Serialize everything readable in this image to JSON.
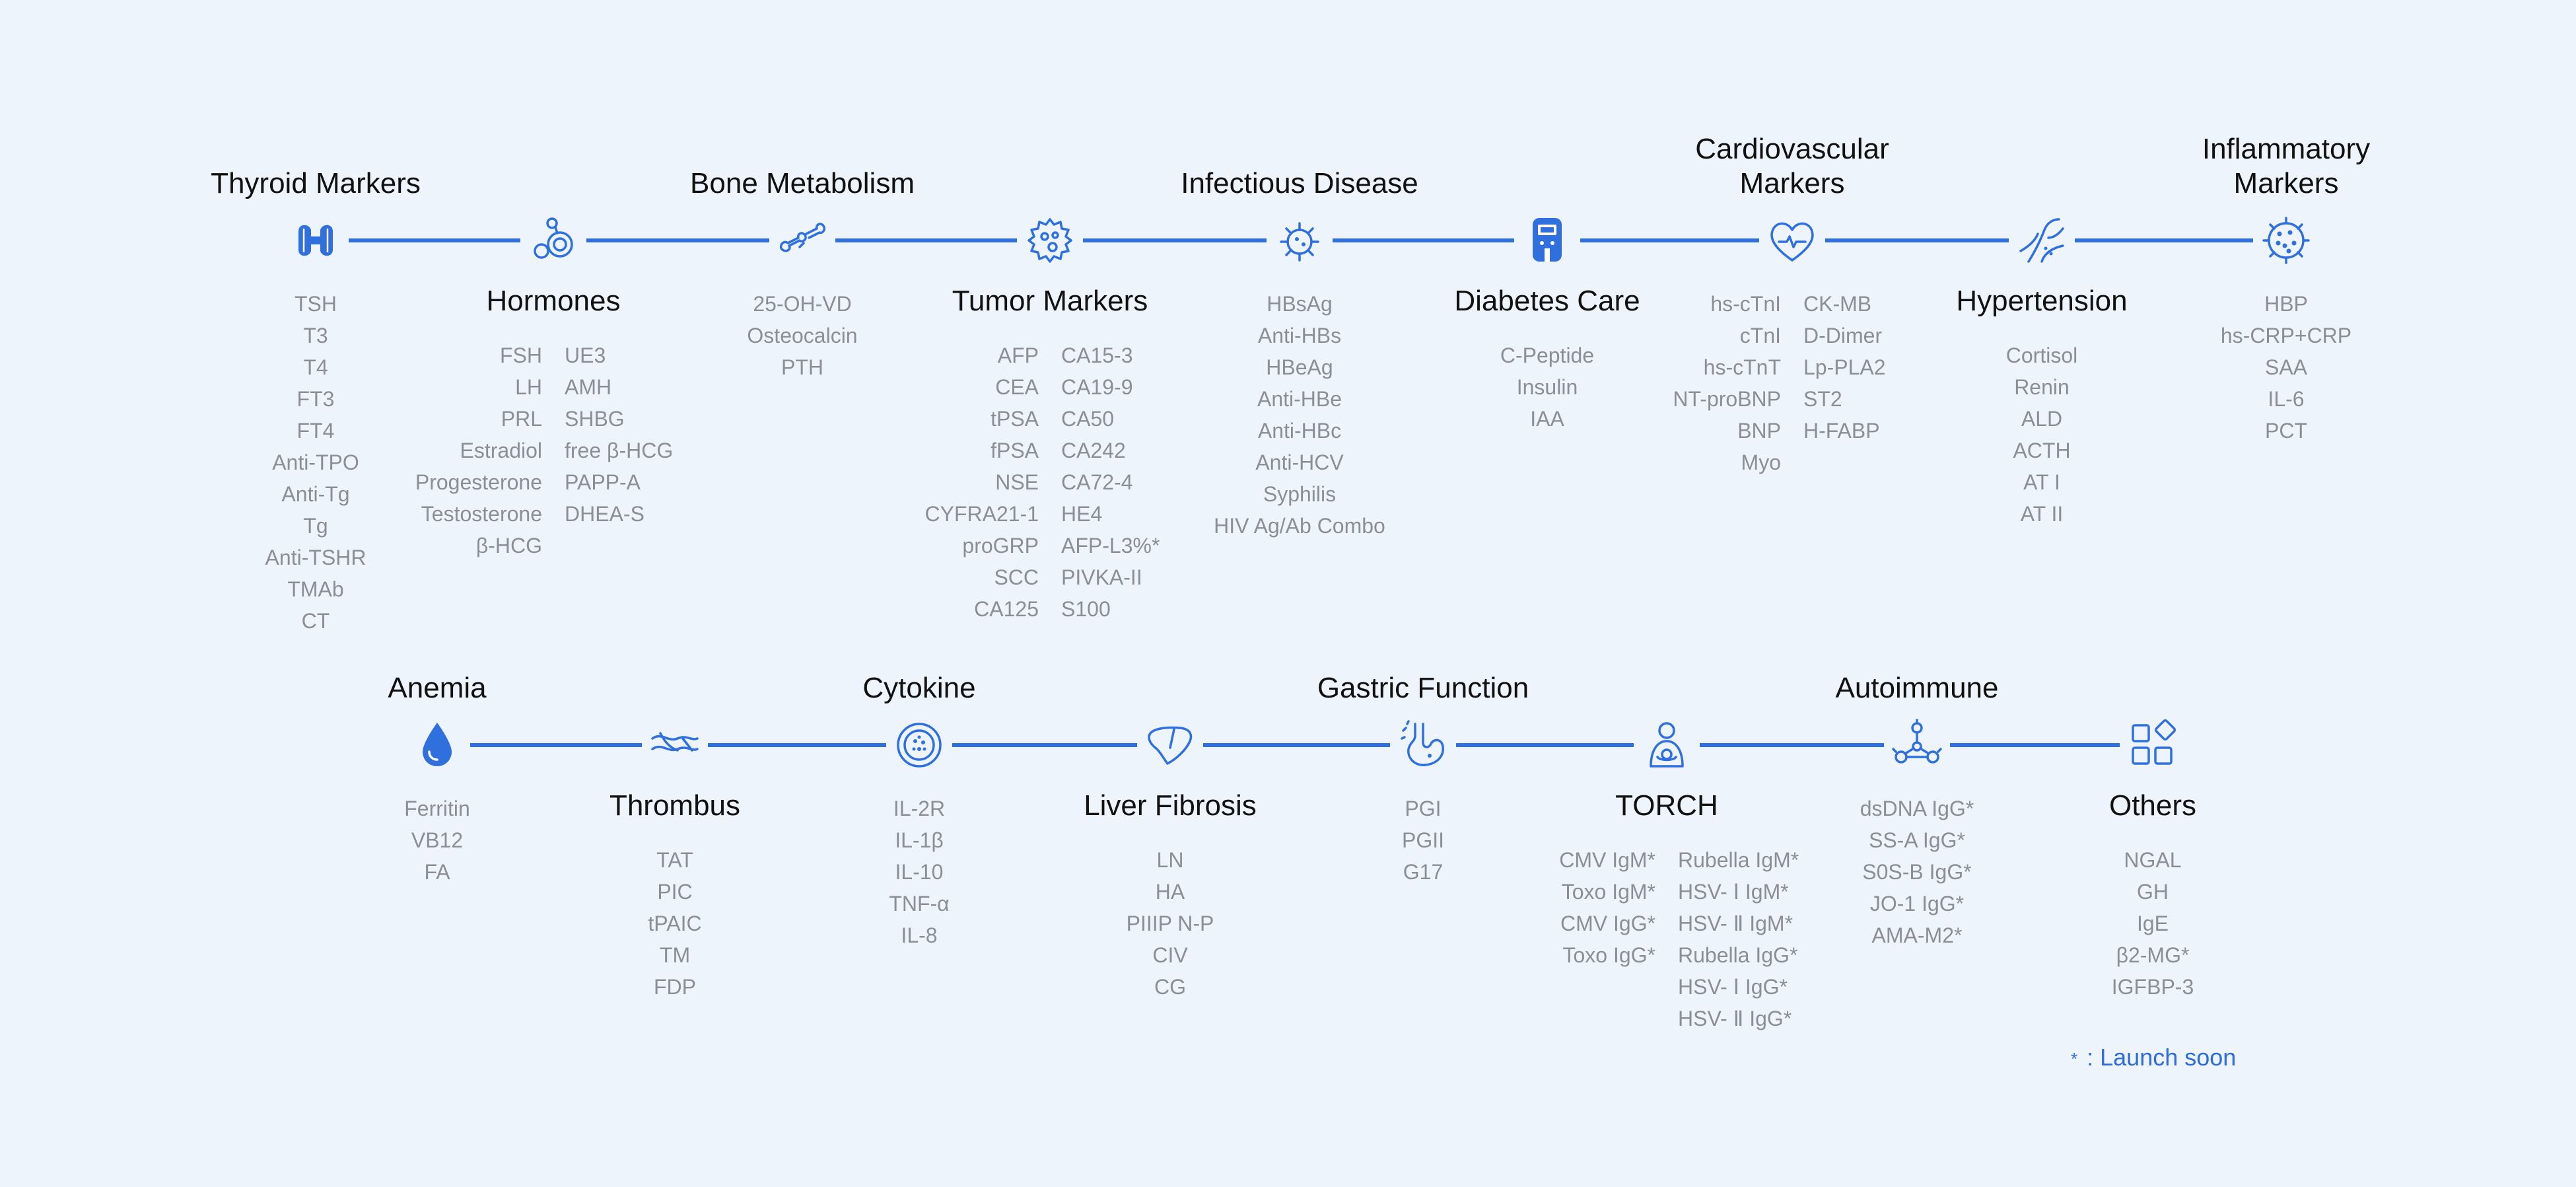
{
  "colors": {
    "background": "#edf4fc",
    "accent": "#2f6fde",
    "title": "#111111",
    "item": "#8a8f97"
  },
  "rows": [
    {
      "categories": [
        {
          "id": "thyroid",
          "title": [
            "Thyroid Markers"
          ],
          "icon": "thyroid-icon",
          "columns": [
            [
              "TSH",
              "T3",
              "T4",
              "FT3",
              "FT4",
              "Anti-TPO",
              "Anti-Tg",
              "Tg",
              "Anti-TSHR",
              "TMAb",
              "CT"
            ]
          ]
        },
        {
          "id": "hormones",
          "title": [
            "Hormones"
          ],
          "icon": "hormone-molecule-icon",
          "columns": [
            [
              "FSH",
              "LH",
              "PRL",
              "Estradiol",
              "Progesterone",
              "Testosterone",
              "β-HCG"
            ],
            [
              "UE3",
              "AMH",
              "SHBG",
              " free β-HCG",
              "PAPP-A",
              "DHEA-S"
            ]
          ]
        },
        {
          "id": "bone",
          "title": [
            "Bone Metabolism"
          ],
          "icon": "bone-joint-icon",
          "columns": [
            [
              "25-OH-VD",
              "Osteocalcin",
              "PTH"
            ]
          ]
        },
        {
          "id": "tumor",
          "title": [
            "Tumor Markers"
          ],
          "icon": "tumor-cell-icon",
          "columns": [
            [
              "AFP",
              "CEA",
              "tPSA",
              "fPSA",
              "NSE",
              "CYFRA21-1",
              "proGRP",
              "SCC",
              "CA125"
            ],
            [
              "CA15-3",
              "CA19-9",
              "CA50",
              "CA242",
              "CA72-4",
              "HE4",
              "AFP-L3%*",
              "PIVKA-II",
              "S100"
            ]
          ]
        },
        {
          "id": "infectious",
          "title": [
            "Infectious Disease"
          ],
          "icon": "virus-icon",
          "columns": [
            [
              "HBsAg",
              "Anti-HBs",
              "HBeAg",
              "Anti-HBe",
              "Anti-HBc",
              "Anti-HCV",
              "Syphilis",
              "HIV Ag/Ab Combo"
            ]
          ]
        },
        {
          "id": "diabetes",
          "title": [
            "Diabetes Care"
          ],
          "icon": "glucose-meter-icon",
          "columns": [
            [
              "C-Peptide",
              "Insulin",
              "IAA"
            ]
          ]
        },
        {
          "id": "cardio",
          "title": [
            "Cardiovascular",
            "Markers"
          ],
          "icon": "heart-icon",
          "columns": [
            [
              "hs-cTnI",
              "cTnI",
              "hs-cTnT",
              "NT-proBNP",
              "BNP",
              "Myo"
            ],
            [
              "CK-MB",
              "D-Dimer",
              "Lp-PLA2",
              "ST2",
              "H-FABP"
            ]
          ]
        },
        {
          "id": "hypertension",
          "title": [
            "Hypertension"
          ],
          "icon": "blood-vessel-icon",
          "columns": [
            [
              "Cortisol",
              "Renin",
              "ALD",
              "ACTH",
              "AT I",
              "AT II"
            ]
          ]
        },
        {
          "id": "inflammatory",
          "title": [
            "Inflammatory",
            "Markers"
          ],
          "icon": "bacteria-icon",
          "columns": [
            [
              "HBP",
              "hs-CRP+CRP",
              "SAA",
              "IL-6",
              "PCT"
            ]
          ]
        }
      ]
    },
    {
      "categories": [
        {
          "id": "anemia",
          "title": [
            "Anemia"
          ],
          "icon": "blood-drop-icon",
          "columns": [
            [
              "Ferritin",
              "VB12",
              "FA"
            ]
          ]
        },
        {
          "id": "thrombus",
          "title": [
            "Thrombus"
          ],
          "icon": "vessel-clot-icon",
          "columns": [
            [
              "TAT",
              "PIC",
              "tPAIC",
              "TM",
              "FDP"
            ]
          ]
        },
        {
          "id": "cytokine",
          "title": [
            "Cytokine"
          ],
          "icon": "cell-icon",
          "columns": [
            [
              "IL-2R",
              "IL-1β",
              "IL-10",
              "TNF-α",
              "IL-8"
            ]
          ]
        },
        {
          "id": "liver",
          "title": [
            "Liver Fibrosis"
          ],
          "icon": "liver-icon",
          "columns": [
            [
              "LN",
              "HA",
              "PIIIP N-P",
              "CIV",
              "CG"
            ]
          ]
        },
        {
          "id": "gastric",
          "title": [
            "Gastric Function"
          ],
          "icon": "stomach-icon",
          "columns": [
            [
              "PGI",
              "PGII",
              "G17"
            ]
          ]
        },
        {
          "id": "torch",
          "title": [
            "TORCH"
          ],
          "icon": "mother-baby-icon",
          "columns": [
            [
              "CMV IgM*",
              "Toxo IgM*",
              "CMV IgG*",
              "Toxo IgG*"
            ],
            [
              "Rubella IgM*",
              "HSV- Ⅰ  IgM*",
              "HSV- Ⅱ  IgM*",
              "Rubella IgG*",
              "HSV- Ⅰ  IgG*",
              "HSV- Ⅱ  IgG*"
            ]
          ]
        },
        {
          "id": "autoimmune",
          "title": [
            "Autoimmune"
          ],
          "icon": "network-nodes-icon",
          "columns": [
            [
              "dsDNA IgG*",
              "SS-A IgG*",
              "S0S-B IgG*",
              "JO-1 IgG*",
              "AMA-M2*"
            ]
          ]
        },
        {
          "id": "others",
          "title": [
            "Others"
          ],
          "icon": "apps-grid-icon",
          "columns": [
            [
              "NGAL",
              "GH",
              "IgE",
              "β2-MG*",
              "IGFBP-3"
            ]
          ]
        }
      ]
    }
  ],
  "footnote": {
    "star": "*",
    "text": ": Launch soon"
  }
}
